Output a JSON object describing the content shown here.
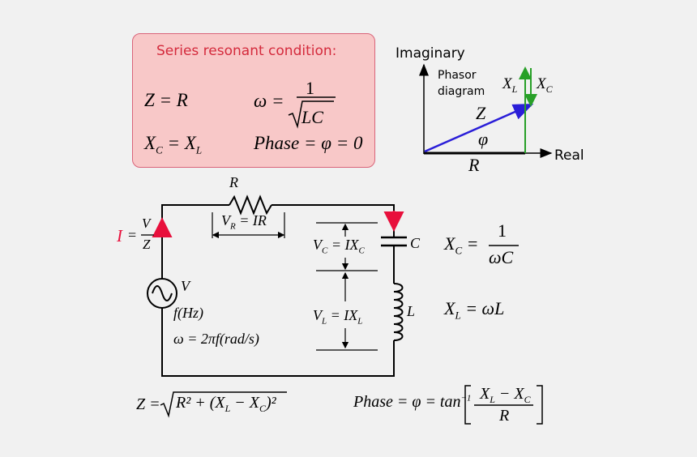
{
  "box": {
    "title": "Series resonant condition:",
    "eq_z": "Z = R",
    "eq_omega_lhs": "ω =",
    "eq_omega_num": "1",
    "eq_omega_den": "LC",
    "eq_xc_x": "X",
    "eq_xc_sub": "C",
    "eq_xc_mid": " = X",
    "eq_xl_sub": "L",
    "eq_phase": "Phase = φ = 0"
  },
  "phasor": {
    "imaginary": "Imaginary",
    "real": "Real",
    "title_line1": "Phasor",
    "title_line2": "diagram",
    "z": "Z",
    "phi": "φ",
    "r": "R",
    "xl_x": "X",
    "xl_sub": "L",
    "xc_x": "X",
    "xc_sub": "C"
  },
  "circuit": {
    "r": "R",
    "vr": "V",
    "vr_sub": "R",
    "vr_rhs": " = IR",
    "c": "C",
    "l": "L",
    "vc": "V",
    "vc_sub": "C",
    "vc_rhs": " = IX",
    "vc_rhs_sub": "C",
    "vl": "V",
    "vl_sub": "L",
    "vl_rhs": " = IX",
    "vl_rhs_sub": "L",
    "i": "I",
    "i_eq": "=",
    "i_num": "V",
    "i_den": "Z",
    "source_v": "V",
    "freq": "f(Hz)",
    "omega": "ω = 2πf(rad/s)"
  },
  "formulas": {
    "xc_lhs": "X",
    "xc_sub": "C",
    "xc_eq": " =",
    "xc_num": "1",
    "xc_den": "ωC",
    "xl_lhs": "X",
    "xl_sub": "L",
    "xl_rhs": " = ωL",
    "z_lhs": "Z =",
    "z_body": "R² + (X",
    "z_sub1": "L",
    "z_mid": " − X",
    "z_sub2": "C",
    "z_end": ")²",
    "phase_lhs": "Phase = φ = tan",
    "phase_sup": "−1",
    "phase_num_a": "X",
    "phase_num_sub1": "L",
    "phase_num_b": " − X",
    "phase_num_sub2": "C",
    "phase_den": "R"
  },
  "colors": {
    "box_fill": "#f8c8c8",
    "box_border": "#d9647a",
    "title_red": "#d42a3c",
    "current_red": "#e8103c",
    "phasor_blue": "#2a1ed8",
    "reactance_green": "#28a028"
  }
}
